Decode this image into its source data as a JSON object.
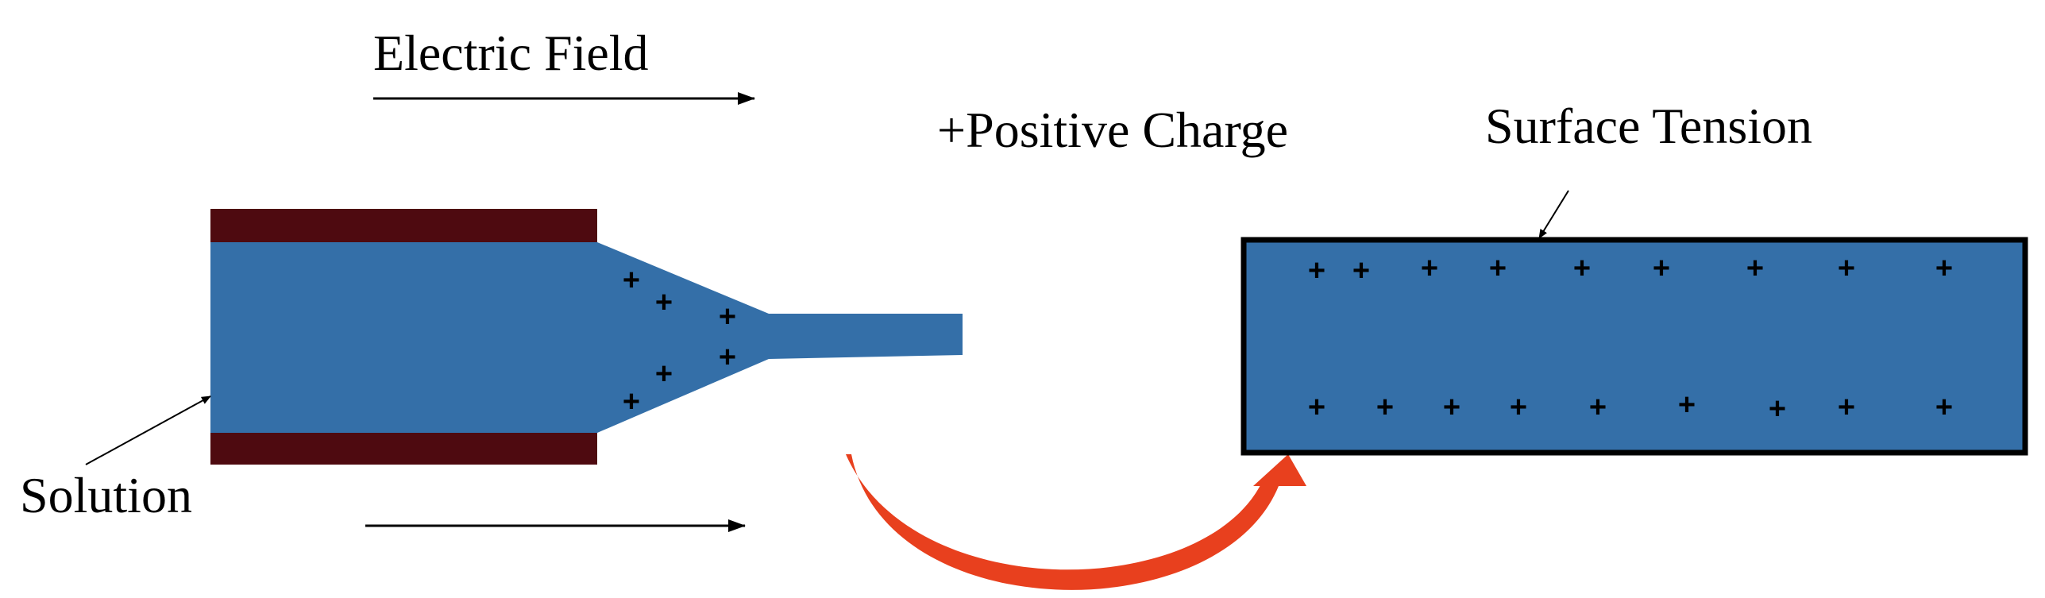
{
  "labels": {
    "electric_field": "Electric Field",
    "positive_charge": "+Positive Charge",
    "surface_tension": "Surface Tension",
    "solution": "Solution"
  },
  "charge_symbol": "+",
  "colors": {
    "solution_fill": "#346fa8",
    "needle_wall": "#4e0a10",
    "process_arrow": "#e8401e",
    "outline": "#000000"
  }
}
